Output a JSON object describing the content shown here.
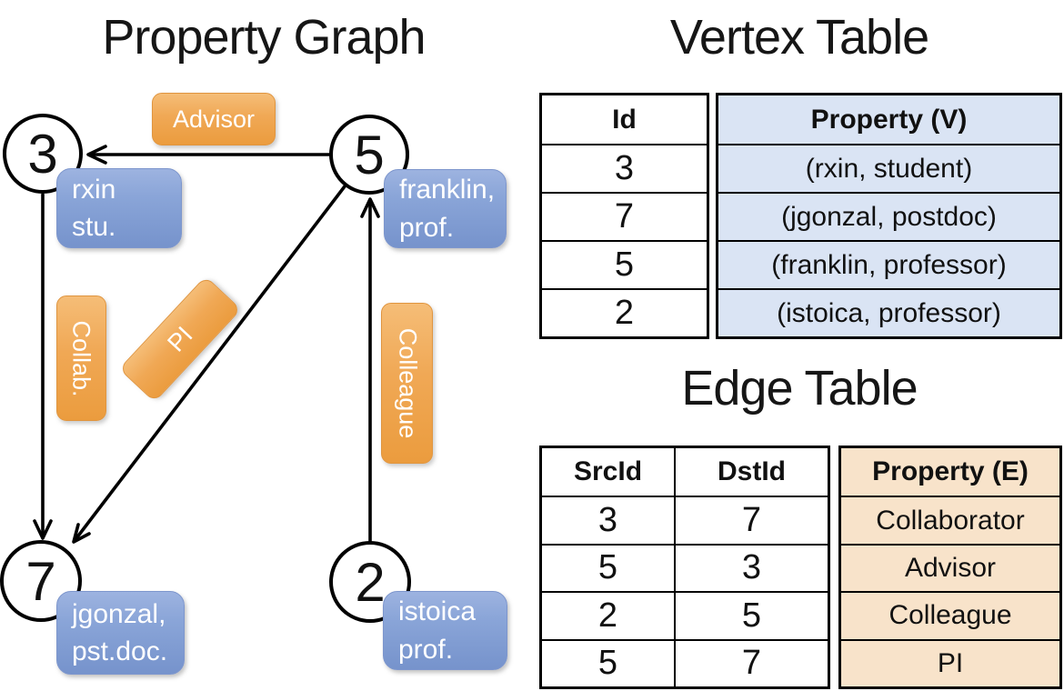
{
  "graph": {
    "title": "Property Graph",
    "nodes": {
      "n3": {
        "id": "3",
        "prop_line1": "rxin",
        "prop_line2": "stu."
      },
      "n5": {
        "id": "5",
        "prop_line1": "franklin,",
        "prop_line2": "prof."
      },
      "n7": {
        "id": "7",
        "prop_line1": "jgonzal,",
        "prop_line2": "pst.doc."
      },
      "n2": {
        "id": "2",
        "prop_line1": "istoica",
        "prop_line2": "prof."
      }
    },
    "edges": {
      "advisor": {
        "label": "Advisor",
        "from": "5",
        "to": "3"
      },
      "collab": {
        "label": "Collab.",
        "from": "3",
        "to": "7"
      },
      "pi": {
        "label": "PI",
        "from": "5",
        "to": "7"
      },
      "colleague": {
        "label": "Colleague",
        "from": "2",
        "to": "5"
      }
    }
  },
  "vertex_table": {
    "title": "Vertex Table",
    "headers": {
      "id": "Id",
      "property": "Property (V)"
    },
    "rows": [
      {
        "id": "3",
        "property": "(rxin, student)"
      },
      {
        "id": "7",
        "property": "(jgonzal, postdoc)"
      },
      {
        "id": "5",
        "property": "(franklin, professor)"
      },
      {
        "id": "2",
        "property": "(istoica, professor)"
      }
    ]
  },
  "edge_table": {
    "title": "Edge Table",
    "headers": {
      "src": "SrcId",
      "dst": "DstId",
      "property": "Property (E)"
    },
    "rows": [
      {
        "src": "3",
        "dst": "7",
        "property": "Collaborator"
      },
      {
        "src": "5",
        "dst": "3",
        "property": "Advisor"
      },
      {
        "src": "2",
        "dst": "5",
        "property": "Colleague"
      },
      {
        "src": "5",
        "dst": "7",
        "property": "PI"
      }
    ]
  },
  "colors": {
    "node_box_blue": "#7e9ccf",
    "edge_label_orange": "#f0a855",
    "vertex_property_fill": "#dae4f4",
    "edge_property_fill": "#f8e3ca",
    "table_border": "#000000",
    "text_on_boxes": "#ffffff"
  }
}
